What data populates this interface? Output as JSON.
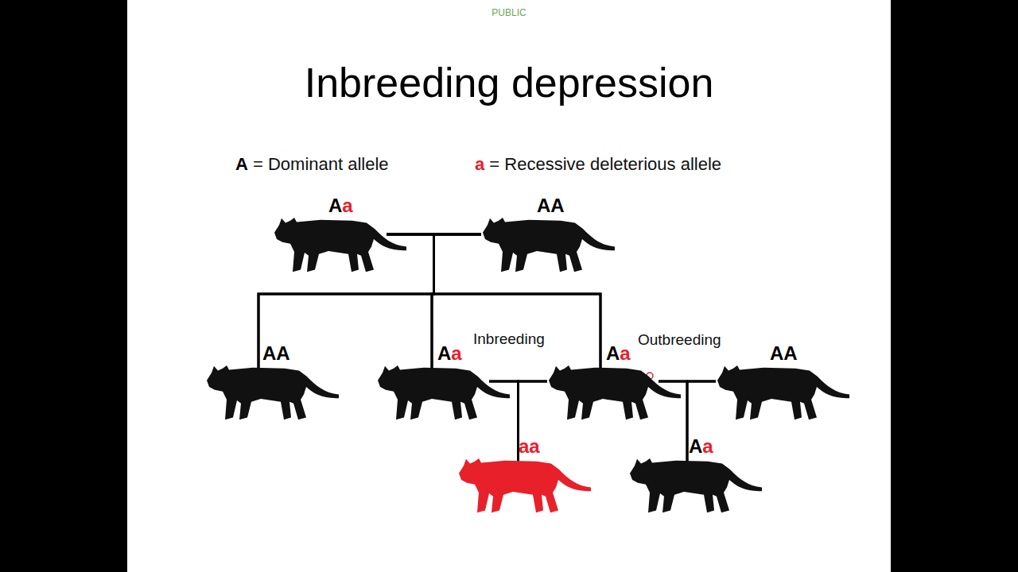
{
  "diagram": {
    "title": "Inbreeding depression",
    "nodes": [
      {
        "text": [
          "Aa"
        ]
      },
      {
        "text": [
          "AA"
        ]
      },
      {
        "text": [
          "AA"
        ]
      },
      {
        "text": [
          "Aa"
        ]
      },
      {
        "text": [
          "Aa"
        ]
      },
      {
        "text": [
          "AA"
        ]
      },
      {
        "text": [
          "aa"
        ]
      },
      {
        "text": [
          "Aa"
        ]
      }
    ],
    "edges": [
      {
        "from": 0,
        "to": 1,
        "arrow": "none"
      },
      {
        "from": 0,
        "to": 2,
        "arrow": "none"
      },
      {
        "from": 0,
        "to": 3,
        "arrow": "none"
      },
      {
        "from": 0,
        "to": 4,
        "arrow": "none"
      },
      {
        "from": 1,
        "to": 2,
        "arrow": "none"
      },
      {
        "from": 1,
        "to": 3,
        "arrow": "none"
      },
      {
        "from": 1,
        "to": 4,
        "arrow": "none"
      },
      {
        "from": 3,
        "to": 4,
        "label": "Inbreeding",
        "arrow": "none"
      },
      {
        "from": 3,
        "to": 6,
        "arrow": "none"
      },
      {
        "from": 4,
        "to": 6,
        "arrow": "none"
      },
      {
        "from": 4,
        "to": 5,
        "label": "Outbreeding",
        "arrow": "none"
      },
      {
        "from": 4,
        "to": 7,
        "arrow": "none"
      },
      {
        "from": 5,
        "to": 7,
        "arrow": "none"
      }
    ],
    "labels": [
      "PUBLIC"
    ],
    "legend": [
      {
        "text": "A = Dominant allele"
      },
      {
        "text": "a = Recessive deleterious allele"
      }
    ]
  }
}
